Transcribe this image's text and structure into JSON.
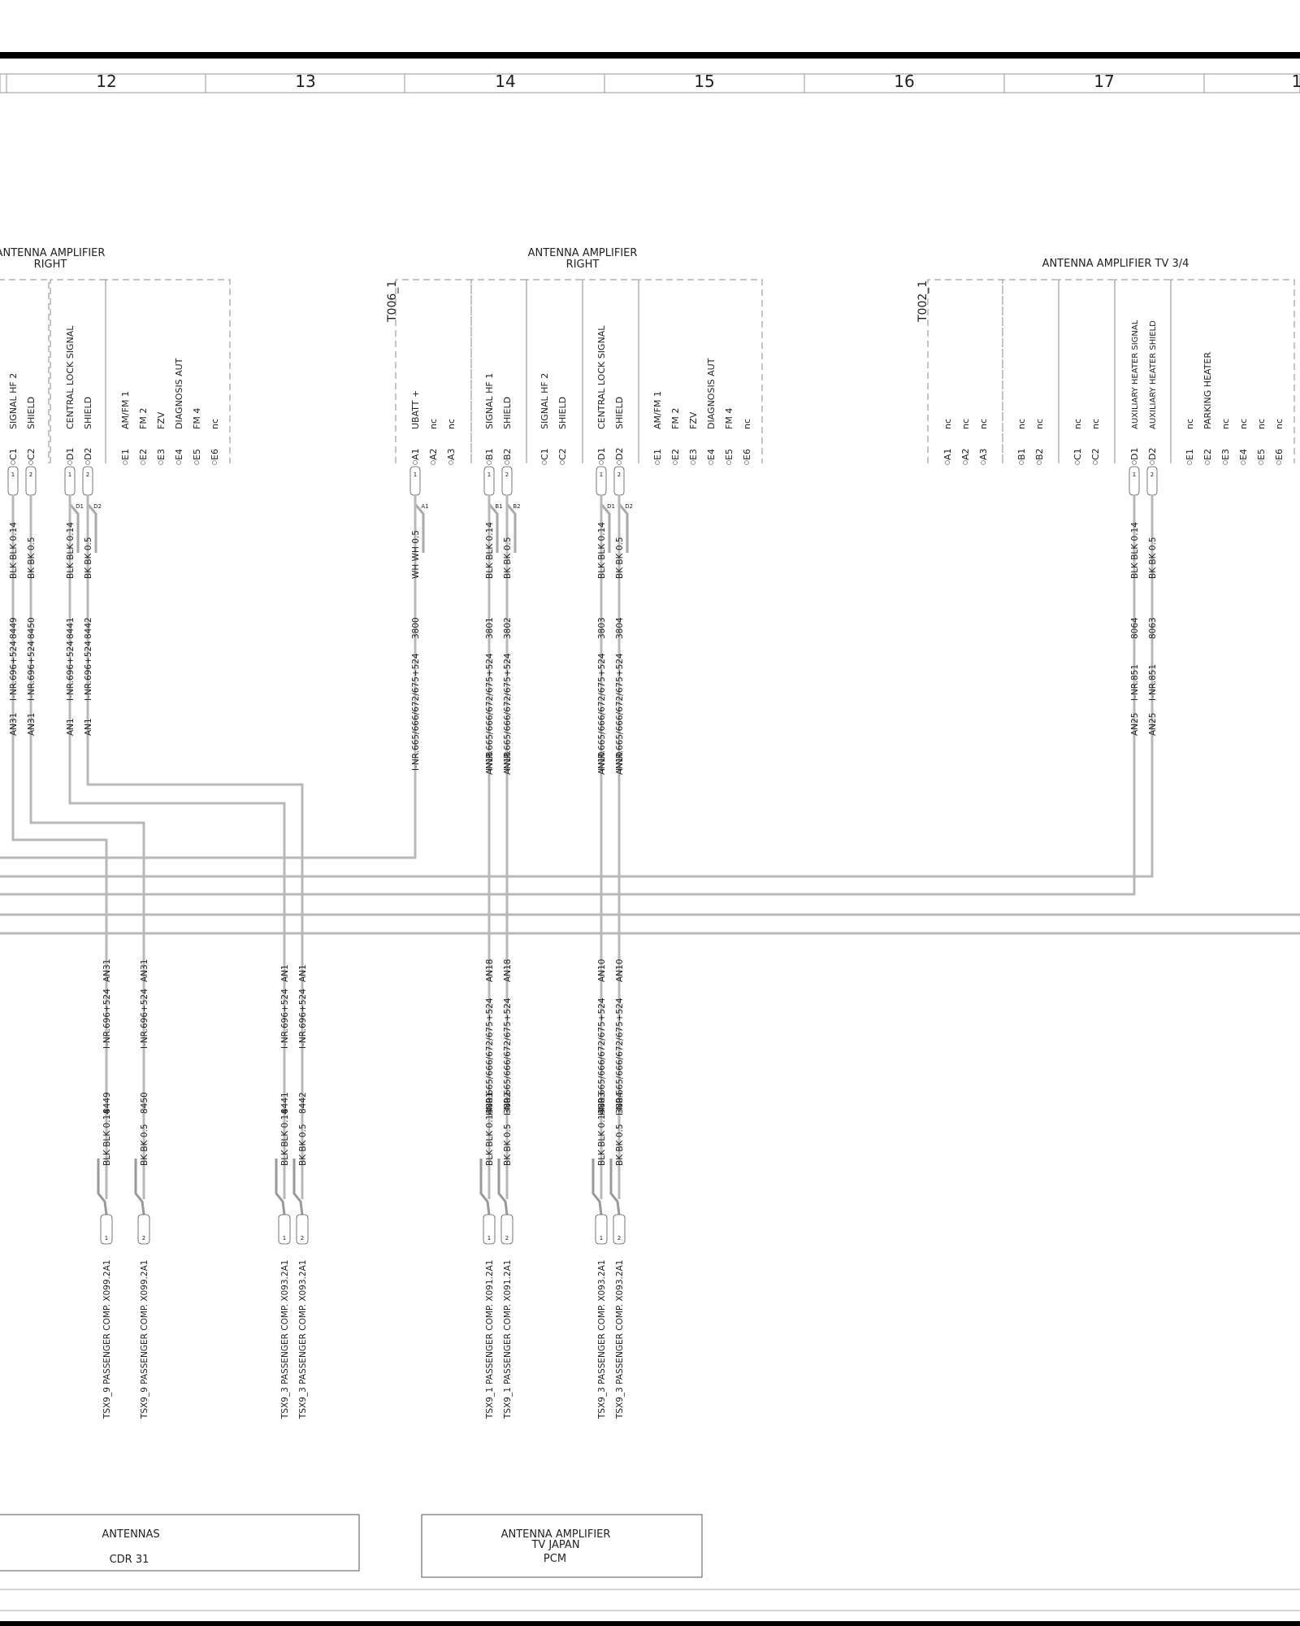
{
  "column_numbers": [
    "12",
    "13",
    "14",
    "15",
    "16",
    "17",
    "1"
  ],
  "components": {
    "left": {
      "title_lines": [
        "ANTENNA AMPLIFIER",
        "RIGHT"
      ],
      "groups": [
        {
          "pins": [
            {
              "pin": "C1",
              "label": "SIGNAL HF 2"
            },
            {
              "pin": "C2",
              "label": "SHIELD"
            }
          ]
        },
        {
          "pins": [
            {
              "pin": "D1",
              "label": "CENTRAL LOCK SIGNAL"
            },
            {
              "pin": "D2",
              "label": "SHIELD"
            }
          ]
        },
        {
          "pins": [
            {
              "pin": "E1",
              "label": "AM/FM 1"
            },
            {
              "pin": "E2",
              "label": "FM 2"
            },
            {
              "pin": "E3",
              "label": "FZV"
            },
            {
              "pin": "E4",
              "label": "DIAGNOSIS AUT"
            },
            {
              "pin": "E5",
              "label": "FM 4"
            },
            {
              "pin": "E6",
              "label": "nc"
            }
          ]
        }
      ]
    },
    "middle": {
      "title_lines": [
        "ANTENNA AMPLIFIER",
        "RIGHT"
      ],
      "connector_id": "T006_1",
      "groups": [
        {
          "pins": [
            {
              "pin": "A1",
              "label": "UBATT +"
            },
            {
              "pin": "A2",
              "label": "nc"
            },
            {
              "pin": "A3",
              "label": "nc"
            }
          ]
        },
        {
          "pins": [
            {
              "pin": "B1",
              "label": "SIGNAL HF 1"
            },
            {
              "pin": "B2",
              "label": "SHIELD"
            }
          ]
        },
        {
          "pins": [
            {
              "pin": "C1",
              "label": "SIGNAL HF 2"
            },
            {
              "pin": "C2",
              "label": "SHIELD"
            }
          ]
        },
        {
          "pins": [
            {
              "pin": "D1",
              "label": "CENTRAL LOCK SIGNAL"
            },
            {
              "pin": "D2",
              "label": "SHIELD"
            }
          ]
        },
        {
          "pins": [
            {
              "pin": "E1",
              "label": "AM/FM 1"
            },
            {
              "pin": "E2",
              "label": "FM 2"
            },
            {
              "pin": "E3",
              "label": "FZV"
            },
            {
              "pin": "E4",
              "label": "DIAGNOSIS AUT"
            },
            {
              "pin": "E5",
              "label": "FM 4"
            },
            {
              "pin": "E6",
              "label": "nc"
            }
          ]
        }
      ]
    },
    "right": {
      "title": "ANTENNA AMPLIFIER TV 3/4",
      "connector_id": "T002_1",
      "groups": [
        {
          "pins": [
            {
              "pin": "A1",
              "label": "nc"
            },
            {
              "pin": "A2",
              "label": "nc"
            },
            {
              "pin": "A3",
              "label": "nc"
            }
          ]
        },
        {
          "pins": [
            {
              "pin": "B1",
              "label": "nc"
            },
            {
              "pin": "B2",
              "label": "nc"
            }
          ]
        },
        {
          "pins": [
            {
              "pin": "C1",
              "label": "nc"
            },
            {
              "pin": "C2",
              "label": "nc"
            }
          ]
        },
        {
          "pins": [
            {
              "pin": "D1",
              "label": "AUXILIARY HEATER SIGNAL"
            },
            {
              "pin": "D2",
              "label": "AUXILIARY HEATER SHIELD"
            }
          ]
        },
        {
          "pins": [
            {
              "pin": "E1",
              "label": "nc"
            },
            {
              "pin": "E2",
              "label": "PARKING HEATER"
            },
            {
              "pin": "E3",
              "label": "nc"
            },
            {
              "pin": "E4",
              "label": "nc"
            },
            {
              "pin": "E5",
              "label": "nc"
            },
            {
              "pin": "E6",
              "label": "nc"
            }
          ]
        }
      ]
    }
  },
  "wires_top": [
    {
      "pin_num": "1",
      "color": "BLK BLK 0.14",
      "id": "8449",
      "inr": "I-NR.696+524",
      "harness": "AN31"
    },
    {
      "pin_num": "2",
      "color": "BK BK 0.5",
      "id": "8450",
      "inr": "I-NR.696+524",
      "harness": "AN31"
    },
    {
      "pin_num": "1",
      "color": "BLK BLK 0.14",
      "id": "8441",
      "inr": "I-NR.696+524",
      "harness": "AN1",
      "tag": "D1"
    },
    {
      "pin_num": "2",
      "color": "BK BK 0.5",
      "id": "8442",
      "inr": "I-NR.696+524",
      "harness": "AN1",
      "tag": "D2"
    },
    {
      "pin_num": "1",
      "color": "WH WH 0.5",
      "id": "3800",
      "inr": "I-NR.665/666/672/675+524",
      "harness": "",
      "tag": "A1"
    },
    {
      "pin_num": "1",
      "color": "BLK BLK 0.14",
      "id": "3801",
      "inr": "I-NR.665/666/672/675+524",
      "harness": "AN18",
      "tag": "B1"
    },
    {
      "pin_num": "2",
      "color": "BK BK 0.5",
      "id": "3802",
      "inr": "I-NR.665/666/672/675+524",
      "harness": "AN18",
      "tag": "B2"
    },
    {
      "pin_num": "1",
      "color": "BLK BLK 0.14",
      "id": "3803",
      "inr": "I-NR.665/666/672/675+524",
      "harness": "AN10",
      "tag": "D1"
    },
    {
      "pin_num": "2",
      "color": "BK BK 0.5",
      "id": "3804",
      "inr": "I-NR.665/666/672/675+524",
      "harness": "AN10",
      "tag": "D2"
    },
    {
      "pin_num": "1",
      "color": "BLK BLK 0.14",
      "id": "8064",
      "inr": "I-NR.851",
      "harness": "AN25"
    },
    {
      "pin_num": "2",
      "color": "BK BK 0.5",
      "id": "8063",
      "inr": "I-NR.851",
      "harness": "AN25"
    }
  ],
  "wires_bottom": [
    {
      "harness": "AN31",
      "inr": "I-NR.696+524",
      "id": "8449",
      "color": "BLK BLK 0.14",
      "pin_num": "1",
      "connector": "TSX9_9 PASSENGER COMP.  X099.2A1"
    },
    {
      "harness": "AN31",
      "inr": "I-NR.696+524",
      "id": "8450",
      "color": "BK BK 0.5",
      "pin_num": "2",
      "connector": "TSX9_9 PASSENGER COMP.  X099.2A1"
    },
    {
      "harness": "AN1",
      "inr": "I-NR.696+524",
      "id": "8441",
      "color": "BLK BLK 0.14",
      "pin_num": "1",
      "connector": "TSX9_3 PASSENGER COMP.  X093.2A1"
    },
    {
      "harness": "AN1",
      "inr": "I-NR.696+524",
      "id": "8442",
      "color": "BK BK 0.5",
      "pin_num": "2",
      "connector": "TSX9_3 PASSENGER COMP.  X093.2A1"
    },
    {
      "harness": "AN18",
      "inr": "I-NR.665/666/672/675+524",
      "id": "3801",
      "color": "BLK BLK 0.14",
      "pin_num": "1",
      "connector": "TSX9_1 PASSENGER COMP.  X091.2A1"
    },
    {
      "harness": "AN18",
      "inr": "I-NR.665/666/672/675+524",
      "id": "3802",
      "color": "BK BK 0.5",
      "pin_num": "2",
      "connector": "TSX9_1 PASSENGER COMP.  X091.2A1"
    },
    {
      "harness": "AN10",
      "inr": "I-NR.665/666/672/675+524",
      "id": "3803",
      "color": "BLK BLK 0.14",
      "pin_num": "1",
      "connector": "TSX9_3 PASSENGER COMP.  X093.2A1"
    },
    {
      "harness": "AN10",
      "inr": "I-NR.665/666/672/675+524",
      "id": "3804",
      "color": "BK BK 0.5",
      "pin_num": "2",
      "connector": "TSX9_3 PASSENGER COMP.  X093.2A1"
    }
  ],
  "bottom_boxes": [
    {
      "title": "ANTENNAS",
      "subtitle": "CDR 31"
    },
    {
      "title_lines": [
        "ANTENNA AMPLIFIER",
        "TV JAPAN"
      ],
      "subtitle": "PCM"
    }
  ],
  "colors": {
    "wire": "#b8b8b8",
    "frame": "#000000",
    "dashed": "#888888"
  }
}
